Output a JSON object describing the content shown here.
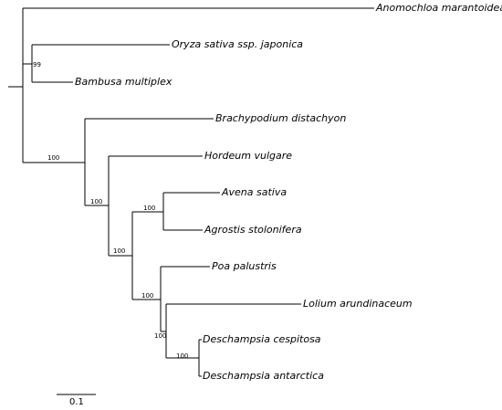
{
  "taxa": [
    "Anomochloa marantoidea",
    "Oryza sativa ssp. japonica",
    "Bambusa multiplex",
    "Brachypodium distachyon",
    "Hordeum vulgare",
    "Avena sativa",
    "Agrostis stolonifera",
    "Poa palustris",
    "Lolium arundinaceum",
    "Deschampsia cespitosa",
    "Deschampsia antarctica"
  ],
  "support_values": [
    "99",
    "100",
    "100",
    "100",
    "100",
    "100",
    "100",
    "100"
  ],
  "scale_bar": {
    "label": "0.1"
  },
  "colors": {
    "line": "#000000",
    "background": "#ffffff"
  }
}
